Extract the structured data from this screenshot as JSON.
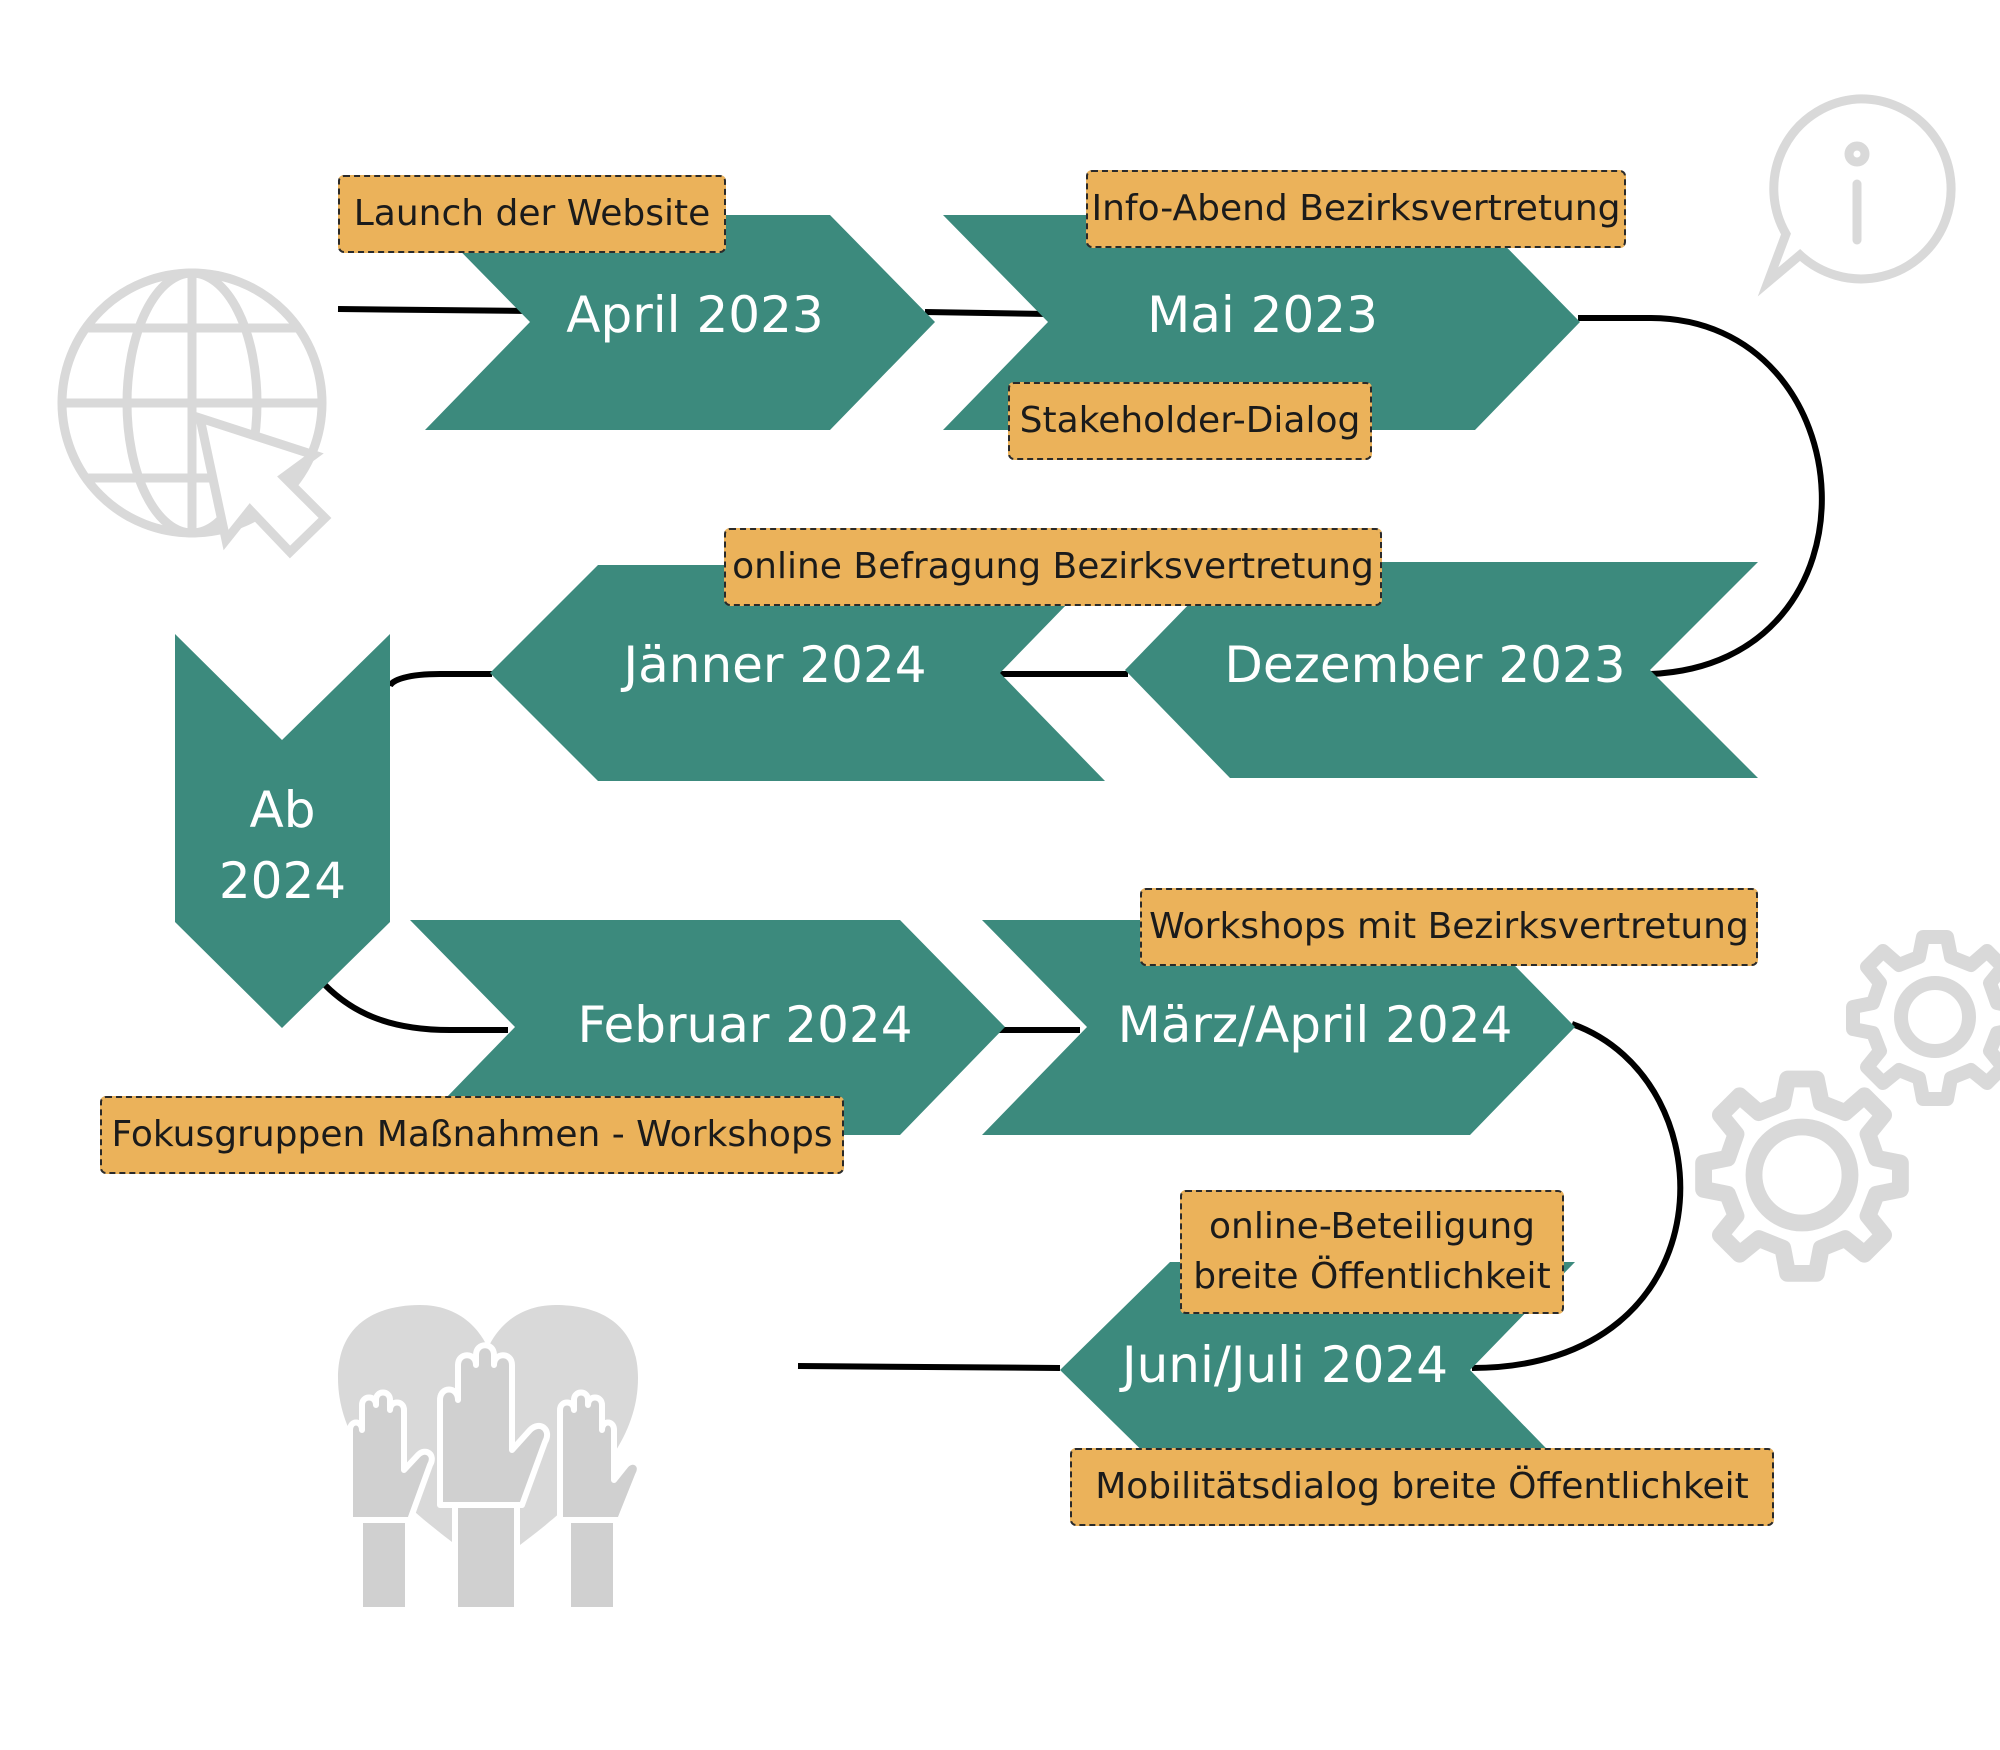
{
  "colors": {
    "chevron": "#3c8a7d",
    "note_fill": "#ebb25a",
    "connector": "#000000",
    "icon_gray": "#d9d9d9"
  },
  "stages": {
    "april_2023": "April 2023",
    "mai_2023": "Mai 2023",
    "dezember_2023": "Dezember 2023",
    "jaenner_2024": "Jänner 2024",
    "ab_2024_line1": "Ab",
    "ab_2024_line2": "2024",
    "februar_2024": "Februar 2024",
    "maerz_april_2024": "März/April 2024",
    "juni_juli_2024": "Juni/Juli 2024"
  },
  "notes": {
    "launch_website": "Launch der Website",
    "info_abend": "Info-Abend Bezirksvertretung",
    "stakeholder_dialog": "Stakeholder-Dialog",
    "online_befragung": "online Befragung Bezirksvertretung",
    "workshops_bv": "Workshops mit Bezirksvertretung",
    "fokusgruppen": "Fokusgruppen Maßnahmen - Workshops",
    "online_beteiligung_line1": "online-Beteiligung",
    "online_beteiligung_line2": "breite Öffentlichkeit",
    "mobilitaetsdialog": "Mobilitätsdialog breite Öffentlichkeit"
  },
  "icons": [
    "globe-cursor-icon",
    "info-bubble-icon",
    "gears-icon",
    "heart-hands-icon"
  ]
}
